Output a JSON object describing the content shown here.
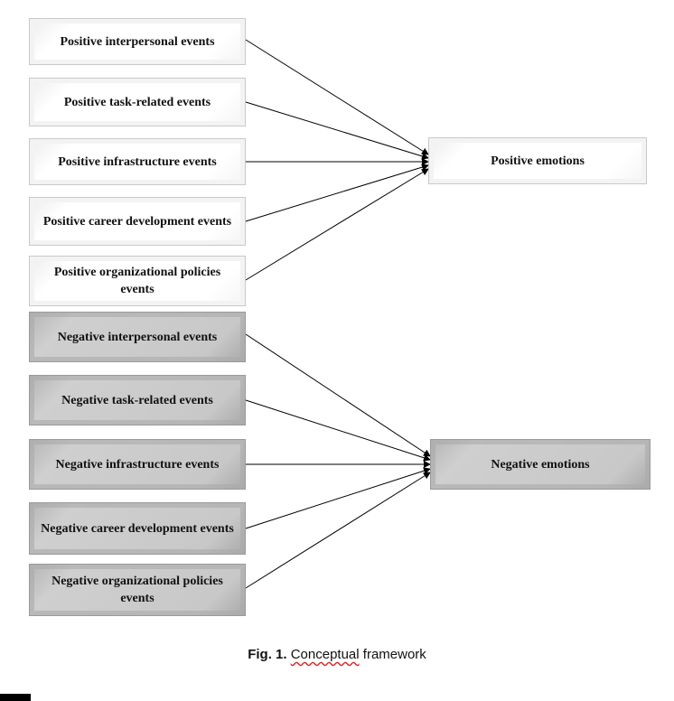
{
  "positive_events": [
    {
      "label": "Positive interpersonal events"
    },
    {
      "label": "Positive task-related events"
    },
    {
      "label": "Positive infrastructure events"
    },
    {
      "label": "Positive career development events"
    },
    {
      "label": "Positive organizational policies events"
    }
  ],
  "negative_events": [
    {
      "label": "Negative interpersonal events"
    },
    {
      "label": "Negative task-related events"
    },
    {
      "label": "Negative infrastructure events"
    },
    {
      "label": "Negative career development events"
    },
    {
      "label": "Negative organizational policies events"
    }
  ],
  "outcomes": {
    "positive": "Positive emotions",
    "negative": "Negative emotions"
  },
  "caption": {
    "label": "Fig. 1.",
    "text_before": "Conceptual",
    "text_after": " framework"
  },
  "colors": {
    "positive_fill": "#ffffff",
    "negative_fill": "#c8c8c8",
    "arrow": "#000000"
  }
}
